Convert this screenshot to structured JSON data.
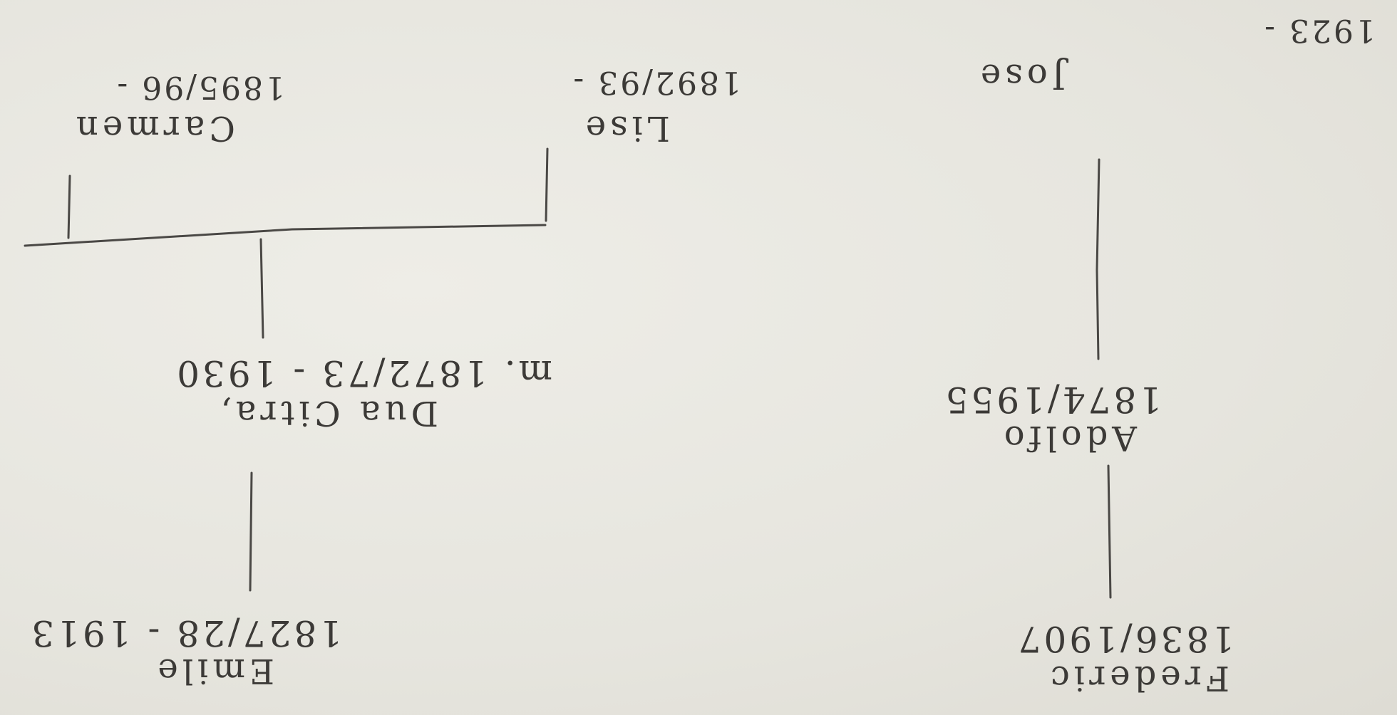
{
  "tree": {
    "frederic": {
      "name": "Frederic",
      "dates": "1836/1907"
    },
    "adolfo": {
      "name": "Adolfo",
      "dates": "1874/1955"
    },
    "jose": {
      "name": "Jose",
      "dates": "1923 -"
    },
    "emile": {
      "name": "Emile",
      "dates": "1827/28 - 1913"
    },
    "union": {
      "name": "Dua Citra,",
      "dates": "m. 1872/73 - 1930"
    },
    "lise": {
      "name": "Lise",
      "dates": "1892/93 -"
    },
    "carmen": {
      "name": "Carmen",
      "dates": "1895/96 -"
    }
  }
}
